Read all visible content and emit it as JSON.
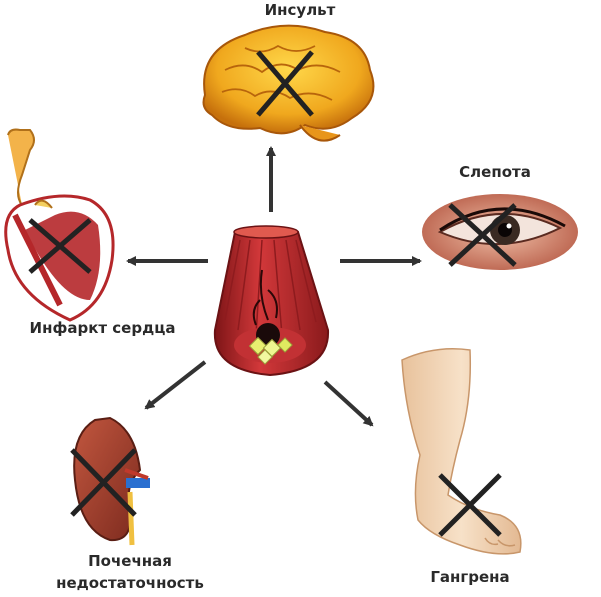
{
  "labels": {
    "stroke": "Инсульт",
    "blindness": "Слепота",
    "heart_attack": "Инфаркт сердца",
    "kidney_failure_line1": "Почечная",
    "kidney_failure_line2": "недостаточность",
    "gangrene": "Гангрена"
  },
  "colors": {
    "arrow": "#333333",
    "cross": "#222222",
    "vessel": "#b5272a",
    "brain": "#f0a81e",
    "kidney": "#9e3a2a",
    "skin": "#f2d5b6"
  }
}
